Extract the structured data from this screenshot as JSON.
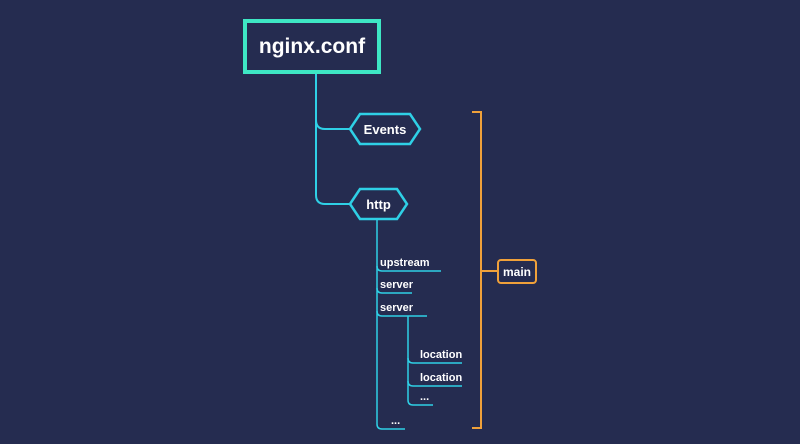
{
  "diagram": {
    "root": {
      "label": "nginx.conf"
    },
    "top_blocks": [
      {
        "label": "Events"
      },
      {
        "label": "http"
      }
    ],
    "http_children": [
      {
        "label": "upstream"
      },
      {
        "label": "server"
      },
      {
        "label": "server"
      },
      {
        "label": "..."
      }
    ],
    "server_children": [
      {
        "label": "location"
      },
      {
        "label": "location"
      },
      {
        "label": "..."
      }
    ],
    "bracket": {
      "label": "main"
    },
    "colors": {
      "background": "#252c50",
      "root_border": "#3ee7c4",
      "connector": "#2fd0e6",
      "bracket": "#f0a13a",
      "text": "#ffffff"
    }
  }
}
